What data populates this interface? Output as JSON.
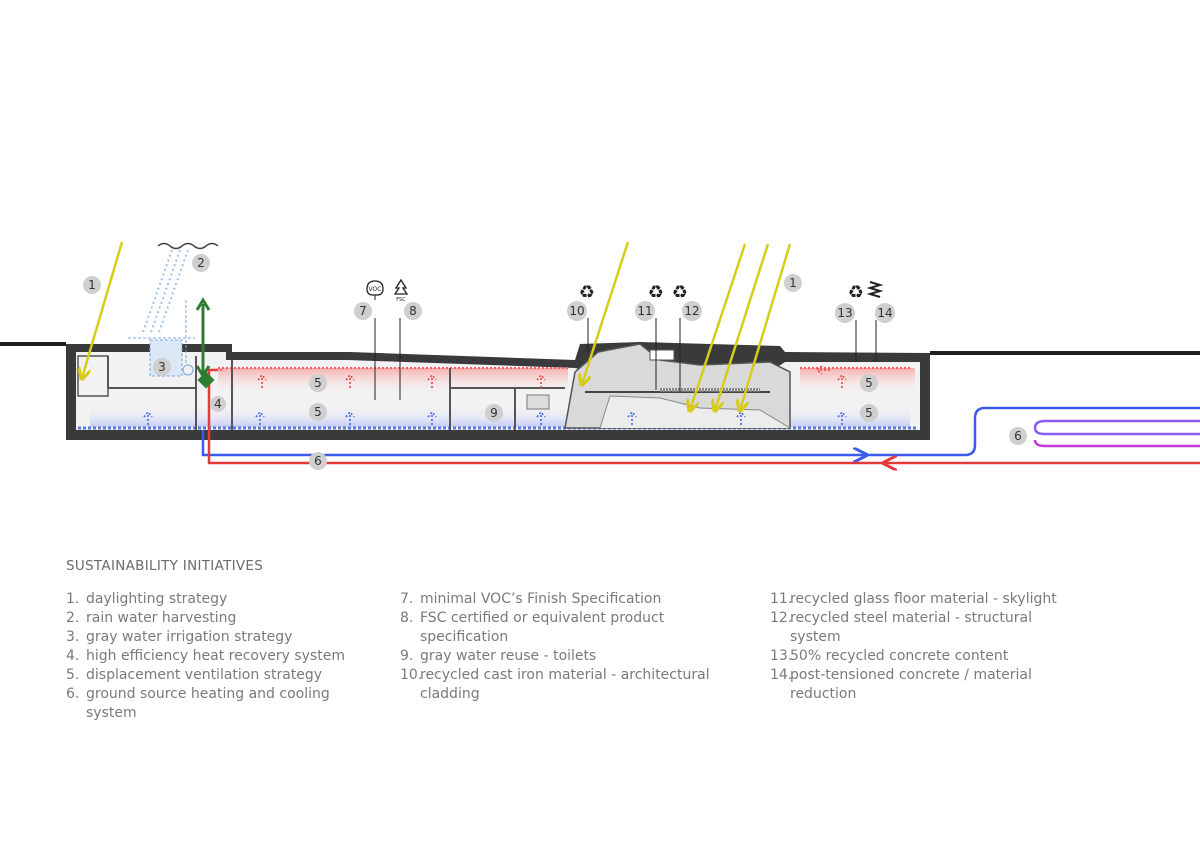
{
  "diagram": {
    "markers": {
      "m1a": "1",
      "m1b": "1",
      "m2": "2",
      "m3": "3",
      "m4": "4",
      "m5a": "5",
      "m5b": "5",
      "m5c": "5",
      "m5d": "5",
      "m6a": "6",
      "m6b": "6",
      "m7": "7",
      "m8": "8",
      "m9": "9",
      "m10": "10",
      "m11": "11",
      "m12": "12",
      "m13": "13",
      "m14": "14"
    },
    "icons": {
      "voc_label": "VOC",
      "fsc_label": "FSC"
    }
  },
  "legend": {
    "title": "SUSTAINABILITY INITIATIVES",
    "columns": [
      [
        {
          "num": "1.",
          "text": "daylighting strategy"
        },
        {
          "num": "2.",
          "text": "rain water harvesting"
        },
        {
          "num": "3.",
          "text": "gray water irrigation strategy"
        },
        {
          "num": "4.",
          "text": "high efficiency heat recovery system"
        },
        {
          "num": "5.",
          "text": "displacement ventilation strategy"
        },
        {
          "num": "6.",
          "text": "ground source heating and cooling system"
        }
      ],
      [
        {
          "num": "7.",
          "text": "minimal VOC’s Finish Specification"
        },
        {
          "num": "8.",
          "text": "FSC certified or equivalent product specification"
        },
        {
          "num": "9.",
          "text": "gray water reuse - toilets"
        },
        {
          "num": "10.",
          "text": "recycled cast iron material - architectural cladding"
        }
      ],
      [
        {
          "num": "11.",
          "text": "recycled glass floor material - skylight"
        },
        {
          "num": "12.",
          "text": "recycled steel material - structural system"
        },
        {
          "num": "13.",
          "text": "50% recycled concrete content"
        },
        {
          "num": "14.",
          "text": "post-tensioned concrete / material reduction"
        }
      ]
    ]
  }
}
